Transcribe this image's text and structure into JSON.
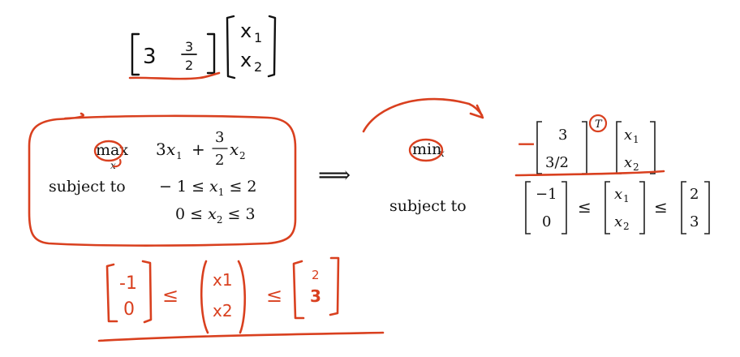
{
  "top_row": {
    "row_vector": [
      "3",
      "3",
      "2"
    ],
    "column_vector": [
      "x",
      "1",
      "x",
      "2"
    ]
  },
  "left_problem": {
    "operator": "max",
    "operator_subscript": "x",
    "objective": [
      "3",
      "x",
      "1",
      "+",
      "3",
      "2",
      "x",
      "2"
    ],
    "constraint_label": "subject to",
    "constraint_1": [
      "− 1 ≤ ",
      "x",
      "1",
      " ≤ 2"
    ],
    "constraint_2": [
      "0 ≤ ",
      "x",
      "2",
      " ≤ 3"
    ]
  },
  "implies_symbol": "⟹",
  "right_problem": {
    "operator": "min",
    "operator_subscript": "x",
    "constraint_label": "subject to",
    "negation": "−",
    "coeff_vector": [
      "3",
      "3/2"
    ],
    "transpose": "T",
    "var_vector": [
      "x",
      "1",
      "x",
      "2"
    ],
    "lower_bound": [
      "−1",
      "0"
    ],
    "leq": "≤",
    "upper_bound": [
      "2",
      "3"
    ]
  },
  "handwritten_constraint": {
    "lower": [
      "-1",
      "0"
    ],
    "vars": [
      "x1",
      "x2"
    ],
    "upper": [
      "2",
      "3"
    ],
    "leq": "≤"
  },
  "colors": {
    "ink": "#111111",
    "annotation": "#d9401f"
  }
}
